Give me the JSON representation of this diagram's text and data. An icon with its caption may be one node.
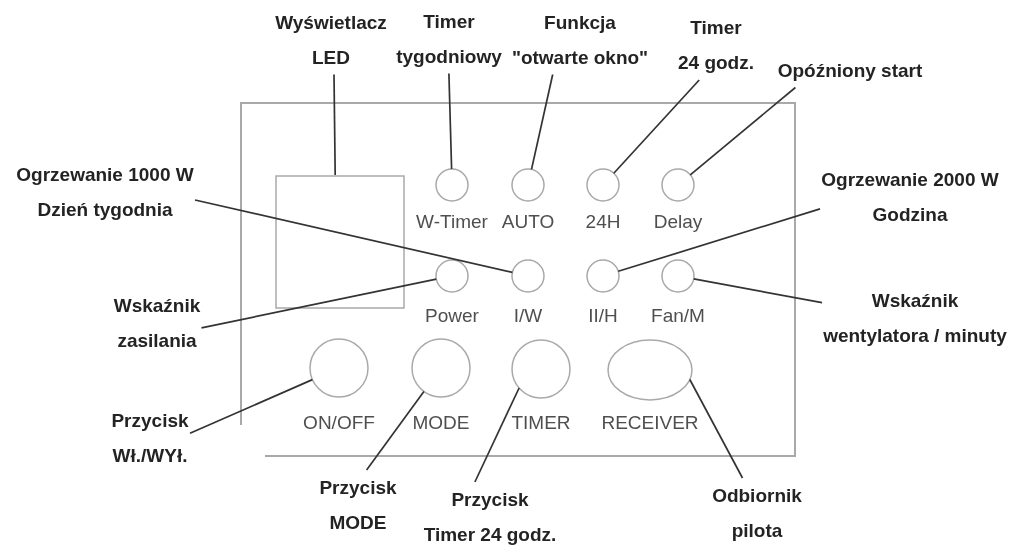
{
  "diagram": {
    "nodes": [
      {
        "text": [
          "Wyświetlacz LED"
        ]
      },
      {
        "text": [
          "Timer tygodniowy"
        ]
      },
      {
        "text": [
          "Funkcja \"otwarte okno\""
        ]
      },
      {
        "text": [
          "Timer 24 godz."
        ]
      },
      {
        "text": [
          "Opóźniony start"
        ]
      },
      {
        "text": [],
        "shape": "box"
      },
      {
        "text": [],
        "shape": "box",
        "in": 5
      },
      {
        "text": [],
        "shape": "circle",
        "in": 5,
        "beside": [
          "W-Timer"
        ]
      },
      {
        "text": [],
        "shape": "circle",
        "in": 5,
        "beside": [
          "AUTO"
        ]
      },
      {
        "text": [],
        "shape": "circle",
        "in": 5,
        "beside": [
          "24H"
        ]
      },
      {
        "text": [],
        "shape": "circle",
        "in": 5,
        "beside": [
          "Delay"
        ]
      },
      {
        "text": [],
        "shape": "circle",
        "in": 5,
        "beside": [
          "Power"
        ]
      },
      {
        "text": [],
        "shape": "circle",
        "in": 5,
        "beside": [
          "I/W"
        ]
      },
      {
        "text": [],
        "shape": "circle",
        "in": 5,
        "beside": [
          "II/H"
        ]
      },
      {
        "text": [],
        "shape": "circle",
        "in": 5,
        "beside": [
          "Fan/M"
        ]
      },
      {
        "text": [],
        "shape": "circle",
        "in": 5,
        "beside": [
          "ON/OFF"
        ]
      },
      {
        "text": [],
        "shape": "circle",
        "in": 5,
        "beside": [
          "MODE"
        ]
      },
      {
        "text": [],
        "shape": "circle",
        "in": 5,
        "beside": [
          "TIMER"
        ]
      },
      {
        "text": [],
        "shape": "oval",
        "in": 5,
        "beside": [
          "RECEIVER"
        ]
      },
      {
        "text": [
          "Ogrzewanie 1000 W Dzień tygodnia"
        ]
      },
      {
        "text": [
          "Ogrzewanie 2000 W Godzina"
        ]
      },
      {
        "text": [
          "Wskaźnik zasilania"
        ]
      },
      {
        "text": [
          "Wskaźnik wentylatora / minuty"
        ]
      },
      {
        "text": [
          "Przycisk Wł./WYł."
        ]
      },
      {
        "text": [
          "Przycisk MODE"
        ]
      },
      {
        "text": [
          "Przycisk Timer 24 godz."
        ]
      },
      {
        "text": [
          "Odbiornik pilota"
        ]
      }
    ],
    "edges": [
      {
        "from": 0,
        "to": 6,
        "arrow": "none"
      },
      {
        "from": 1,
        "to": 7,
        "arrow": "none"
      },
      {
        "from": 2,
        "to": 8,
        "arrow": "none"
      },
      {
        "from": 3,
        "to": 9,
        "arrow": "none"
      },
      {
        "from": 4,
        "to": 10,
        "arrow": "none"
      },
      {
        "from": 19,
        "to": 12,
        "arrow": "none"
      },
      {
        "from": 20,
        "to": 13,
        "arrow": "none"
      },
      {
        "from": 21,
        "to": 11,
        "arrow": "none"
      },
      {
        "from": 22,
        "to": 14,
        "arrow": "none"
      },
      {
        "from": 23,
        "to": 15,
        "arrow": "none"
      },
      {
        "from": 24,
        "to": 16,
        "arrow": "none"
      },
      {
        "from": 25,
        "to": 17,
        "arrow": "none"
      },
      {
        "from": 26,
        "to": 18,
        "arrow": "none"
      }
    ]
  }
}
